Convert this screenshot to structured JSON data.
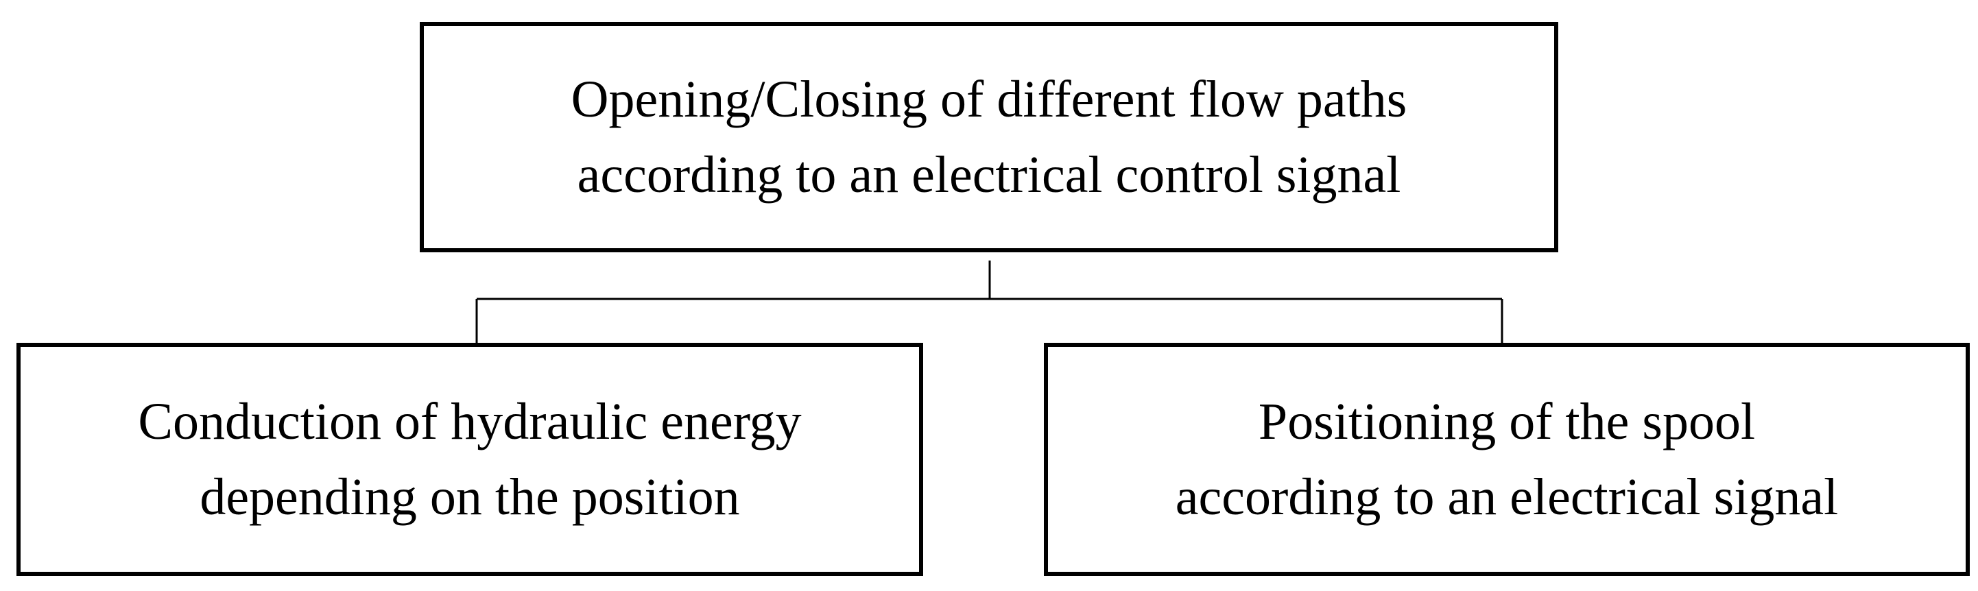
{
  "diagram": {
    "top_box": {
      "line1": "Opening/Closing of different flow paths",
      "line2": "according to an electrical control signal"
    },
    "left_box": {
      "line1": "Conduction of hydraulic energy",
      "line2": "depending on the position"
    },
    "right_box": {
      "line1": "Positioning of the spool",
      "line2": "according to an electrical signal"
    },
    "colors": {
      "stroke": "#000000",
      "background": "#ffffff"
    }
  }
}
